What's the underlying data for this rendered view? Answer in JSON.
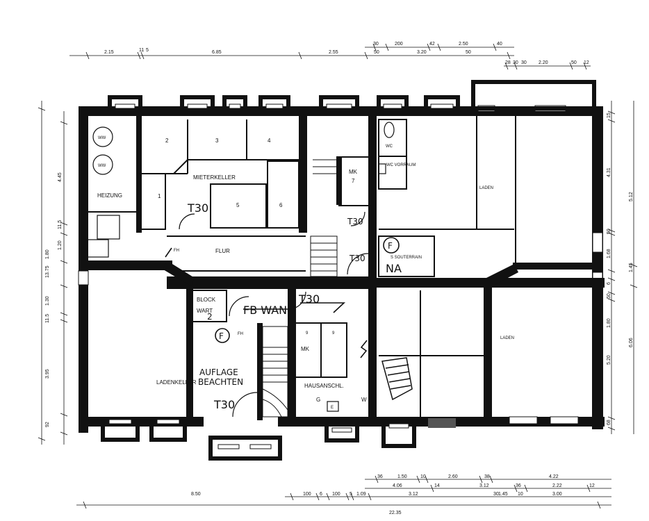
{
  "rooms": {
    "heizung": "HEIZUNG",
    "ww1": "WW",
    "ww2": "WW",
    "mieterkeller": "MIETERKELLER",
    "n1": "1",
    "n2": "2",
    "n3": "3",
    "n4": "4",
    "n5": "5",
    "n6": "6",
    "mk7": "MK",
    "n7": "7",
    "flur": "FLUR",
    "fh1": "FH",
    "wc": "WC",
    "wc_vorraum": "WC VORRAUM",
    "laden1": "LADEN",
    "souterrain": "S SOUTERRAIN",
    "block": "BLOCK",
    "wart": "WART",
    "fh2": "FH",
    "mk9": "MK",
    "n9a": "9",
    "n9b": "9",
    "hausanschl": "HAUSANSCHL.",
    "g": "G",
    "e": "E",
    "w": "W",
    "ladenkeller": "LADENKELLER",
    "laden2": "LADEN"
  },
  "annotations": {
    "t30a": "T30",
    "t30b": "T30",
    "t30c": "T30",
    "t30d": "T30",
    "t30e": "T30",
    "f1": "F",
    "f2": "F",
    "na": "NA",
    "fbwand": "FB WAND",
    "two": "2",
    "aufl1": "AUFLAGE",
    "aufl2": "BEACHTEN"
  },
  "dims_top": {
    "a": "2.15",
    "b": "11",
    "c": "5",
    "d": "6.85",
    "e": "2.55",
    "f": "30",
    "g": "200",
    "h": "42",
    "i": "2.50",
    "j": "40",
    "k": "50",
    "l": "3.20",
    "m": "50",
    "n": "28",
    "o": "30",
    "p": "30",
    "q": "2.20",
    "r": "50",
    "s": "12"
  },
  "dims_bottom": {
    "a": "36",
    "b": "1.50",
    "c": "10",
    "d": "2.60",
    "e": "38",
    "f": "4.22",
    "g": "4.06",
    "h": "14",
    "i": "3.12",
    "j": "36",
    "k": "2.22",
    "l": "12",
    "m": "8.50",
    "n": "100",
    "o": "6",
    "p": "100",
    "q": "5",
    "r": "1.09",
    "s": "3.12",
    "t": "30",
    "u": "1.45",
    "v": "10",
    "w": "3.00",
    "x": "22.35"
  },
  "dims_left": {
    "a": "13.75",
    "b": "4.45",
    "c": "11.5",
    "d": "1.20",
    "e": "1.80",
    "f": "1.30",
    "g": "11.5",
    "h": "3.95",
    "i": "92"
  },
  "dims_right": {
    "a": "15",
    "b": "4.31",
    "c": "5.12",
    "d": "50",
    "e": "1.68",
    "f": "1.45",
    "g": "6",
    "h": "50",
    "i": "1.80",
    "j": "5.20",
    "k": "6.06",
    "l": "68"
  }
}
